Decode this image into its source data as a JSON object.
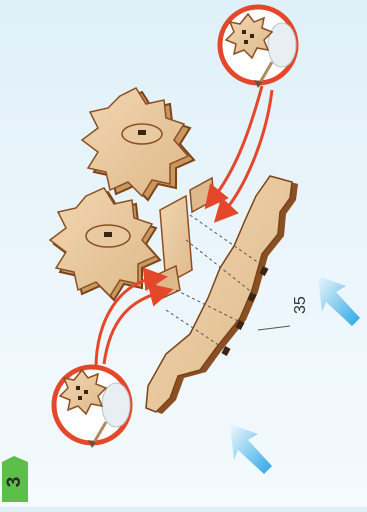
{
  "step": {
    "number": "3"
  },
  "callout": {
    "part_number": "35"
  },
  "colors": {
    "wood": "#e9c9a0",
    "wood_edge": "#8a4f22",
    "arrow_red": "#e4472a",
    "hint_blue": "#2aa6e6",
    "badge_green": "#5cbf4a"
  },
  "icons": [
    "gear-tape-detail-top",
    "gear-tape-detail-bottom",
    "blue-direction-arrow",
    "red-assembly-arrow"
  ]
}
